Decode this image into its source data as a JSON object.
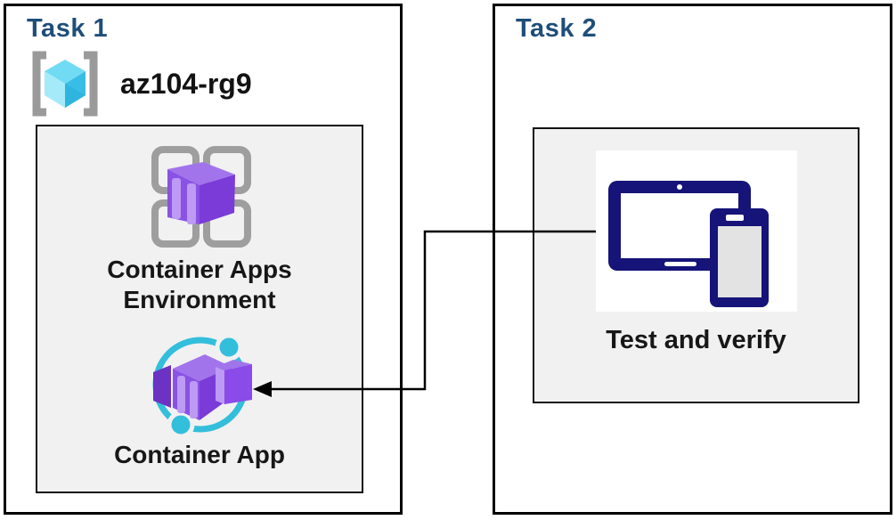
{
  "task1": {
    "title": "Task 1",
    "resource_group": {
      "name": "az104-rg9",
      "icon": "resource-group-icon"
    },
    "environment": {
      "label_line1": "Container Apps",
      "label_line2": "Environment",
      "icon": "container-apps-environment-icon"
    },
    "container_app": {
      "label": "Container App",
      "icon": "container-app-icon"
    }
  },
  "task2": {
    "title": "Task 2",
    "test": {
      "label": "Test and verify",
      "icon": "devices-icon"
    }
  },
  "connector": {
    "type": "elbow-arrow",
    "from": "test-and-verify",
    "to": "container-app",
    "direction": "left"
  },
  "colors": {
    "title_blue": "#1F4E79",
    "box_border": "#000000",
    "panel_bg": "#F1F1F1",
    "purple_top": "#A274EC",
    "purple_front": "#8A52E4",
    "purple_right": "#7A3BD8",
    "purple_stripe": "#BD9AF3",
    "purple_dark_side": "#6B32C4",
    "ring_cyan": "#33BEDC",
    "rg_bracket_gray": "#9A9A9A",
    "rg_cube_top": "#72DBF4",
    "rg_cube_left": "#A5EAF8",
    "rg_cube_right": "#38BEE6",
    "grid_gray": "#9E9E9E",
    "device_navy": "#161478",
    "phone_screen_gray": "#E3E3E3"
  }
}
